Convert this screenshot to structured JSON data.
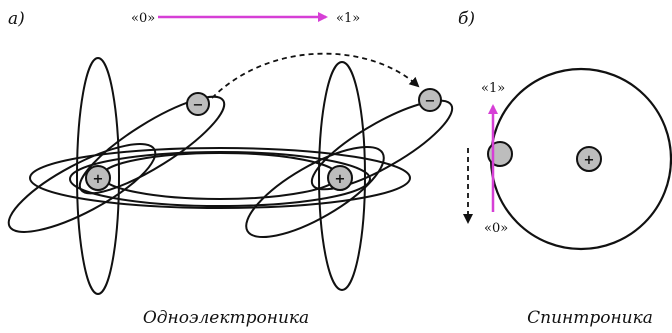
{
  "panels": {
    "a": {
      "letter": "а)",
      "state_from": "«0»",
      "state_to": "«1»",
      "caption": "Одноэлектроника"
    },
    "b": {
      "letter": "б)",
      "state_up": "«1»",
      "state_down": "«0»",
      "caption": "Спинтроника"
    }
  },
  "symbols": {
    "electron": "−",
    "nucleus": "+"
  },
  "colors": {
    "accent": "#d63fd6",
    "line": "#111111"
  }
}
